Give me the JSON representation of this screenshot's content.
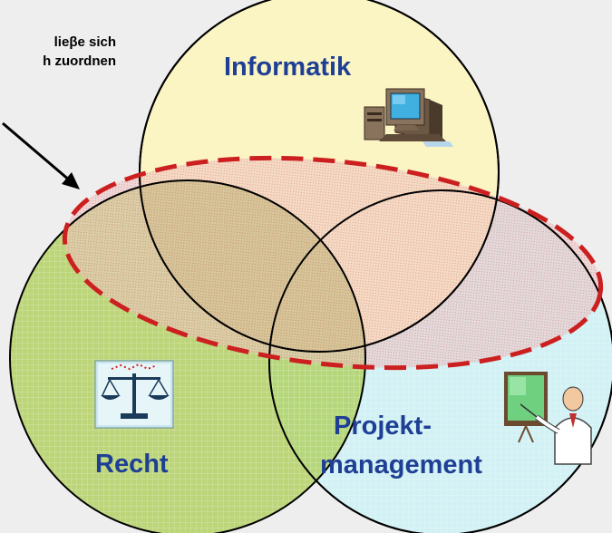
{
  "callout": {
    "line1": "lieβe sich",
    "line2": "h zuordnen"
  },
  "labels": {
    "informatik": "Informatik",
    "recht": "Recht",
    "projekt_line1": "Projekt-",
    "projekt_line2": "management"
  },
  "colors": {
    "background": "#eeeeee",
    "informatik_fill": "#fbf5c4",
    "recht_fill": "#b8d76a",
    "projekt_fill": "#d2f1f5",
    "highlight_fill": "#e7a9a9",
    "highlight_stroke": "#cc1f1f",
    "label_text": "#1f3f95"
  },
  "icons": [
    "computer-icon",
    "scales-icon",
    "presenter-icon"
  ]
}
